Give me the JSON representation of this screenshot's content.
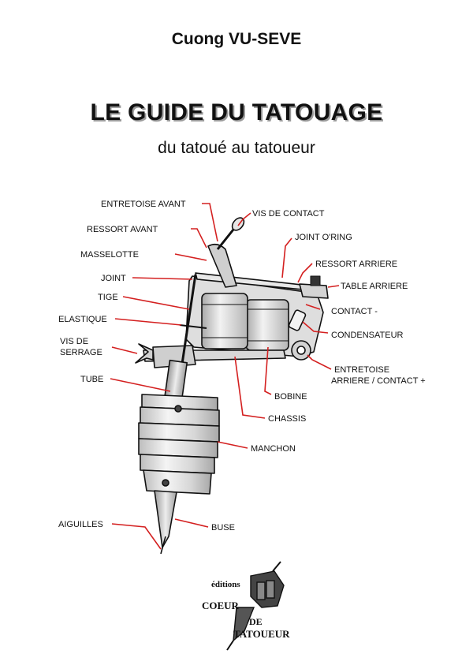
{
  "author": "Cuong VU-SEVE",
  "title": "LE GUIDE DU TATOUAGE",
  "subtitle": "du tatoué au tatoueur",
  "labels": {
    "entretoise_avant": "ENTRETOISE AVANT",
    "vis_de_contact": "VIS DE CONTACT",
    "ressort_avant": "RESSORT AVANT",
    "joint_oring": "JOINT O'RING",
    "masselotte": "MASSELOTTE",
    "ressort_arriere": "RESSORT ARRIERE",
    "joint": "JOINT",
    "table_arriere": "TABLE ARRIERE",
    "tige": "TIGE",
    "contact_minus": "CONTACT -",
    "elastique": "ELASTIQUE",
    "condensateur": "CONDENSATEUR",
    "vis_de_serrage_1": "VIS DE",
    "vis_de_serrage_2": "SERRAGE",
    "entretoise_arriere_1": "ENTRETOISE",
    "entretoise_arriere_2": "ARRIERE / CONTACT +",
    "tube": "TUBE",
    "bobine": "BOBINE",
    "chassis": "CHASSIS",
    "manchon": "MANCHON",
    "aiguilles": "AIGUILLES",
    "buse": "BUSE"
  },
  "publisher": {
    "line1": "éditions",
    "line2": "COEUR",
    "line3": "DE",
    "line4": "TATOUEUR"
  },
  "colors": {
    "leader": "#d42020",
    "ink": "#111111",
    "metal_light": "#f2f2f2",
    "metal_mid": "#cfcfcf",
    "metal_dark": "#9c9c9c"
  }
}
